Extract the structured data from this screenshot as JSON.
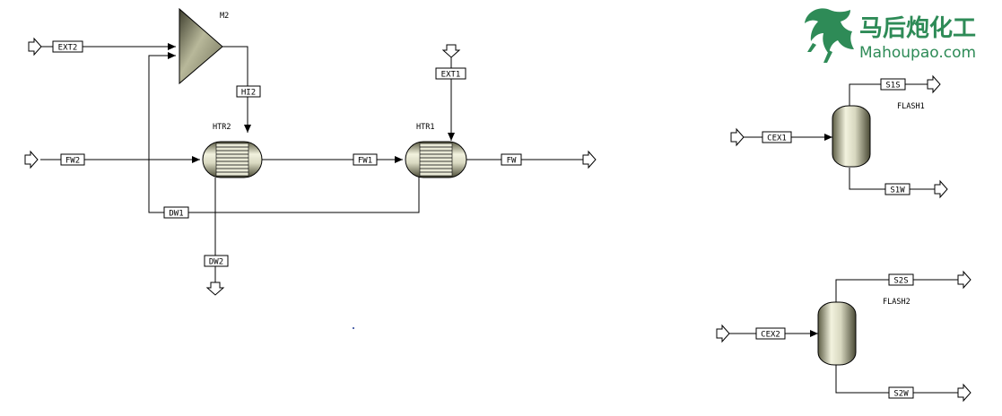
{
  "colors": {
    "line": "#000000",
    "equipment_light": "#f2f2de",
    "equipment_dark": "#5c5c44",
    "logo_green": "#2e8b57"
  },
  "watermark": {
    "name_cn": "马后炮化工",
    "site": "Mahoupao.com"
  },
  "blocks": {
    "m2": "M2",
    "htr2": "HTR2",
    "htr1": "HTR1",
    "flash1": "FLASH1",
    "flash2": "FLASH2"
  },
  "streams": {
    "ext2": "EXT2",
    "hi2": "HI2",
    "ext1": "EXT1",
    "fw2": "FW2",
    "fw1": "FW1",
    "fw": "FW",
    "dw1": "DW1",
    "dw2": "DW2",
    "cex1": "CEX1",
    "s1s": "S1S",
    "s1w": "S1W",
    "cex2": "CEX2",
    "s2s": "S2S",
    "s2w": "S2W"
  }
}
